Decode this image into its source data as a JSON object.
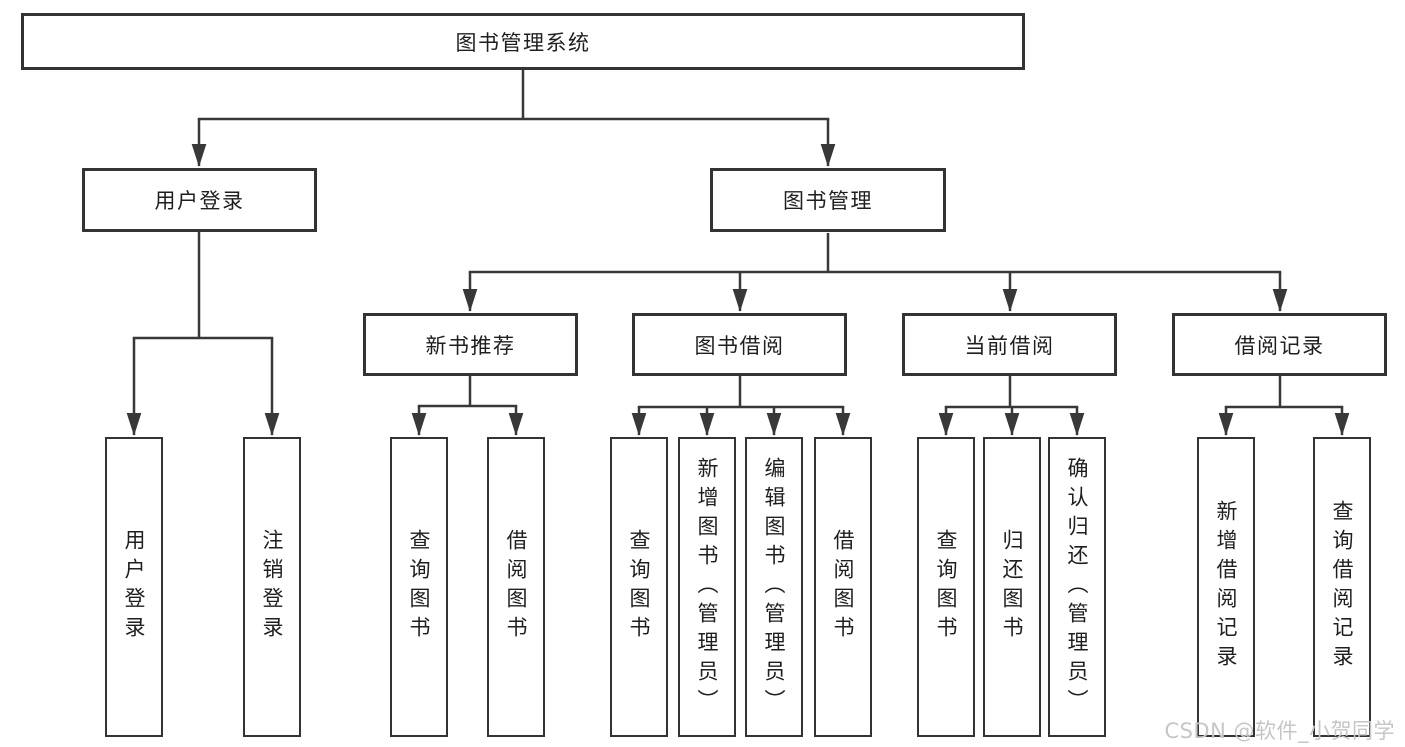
{
  "diagram": {
    "root": {
      "label": "图书管理系统"
    },
    "level2": [
      {
        "label": "用户登录"
      },
      {
        "label": "图书管理"
      }
    ],
    "level3": [
      {
        "label": "新书推荐"
      },
      {
        "label": "图书借阅"
      },
      {
        "label": "当前借阅"
      },
      {
        "label": "借阅记录"
      }
    ],
    "level4": {
      "under_user_login": [
        {
          "label": "用户登录"
        },
        {
          "label": "注销登录"
        }
      ],
      "under_new_book": [
        {
          "label": "查询图书"
        },
        {
          "label": "借阅图书"
        }
      ],
      "under_book_borrow": [
        {
          "label": "查询图书"
        },
        {
          "label": "新增图书（管理员）"
        },
        {
          "label": "编辑图书（管理员）"
        },
        {
          "label": "借阅图书"
        }
      ],
      "under_current_borrow": [
        {
          "label": "查询图书"
        },
        {
          "label": "归还图书"
        },
        {
          "label": "确认归还（管理员）"
        }
      ],
      "under_borrow_records": [
        {
          "label": "新增借阅记录"
        },
        {
          "label": "查询借阅记录"
        }
      ]
    }
  },
  "watermark": {
    "text": "CSDN @软件_小贺同学"
  },
  "colors": {
    "line": "#383838",
    "box_border": "#333333",
    "text": "#1f1f1f",
    "background": "#ffffff",
    "watermark": "#c6c6c6"
  }
}
